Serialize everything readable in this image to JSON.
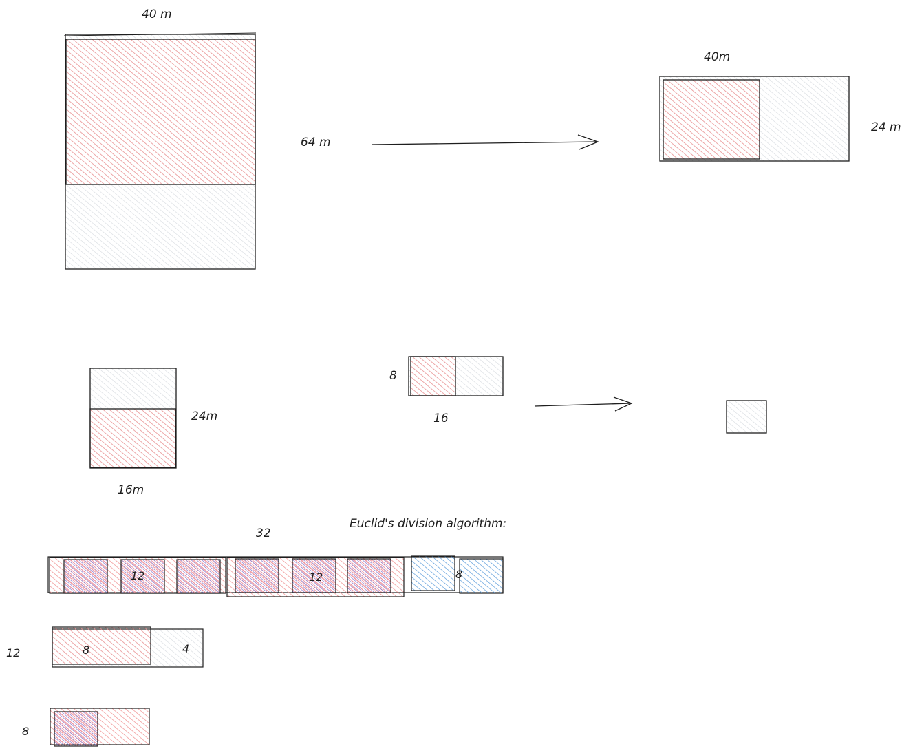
{
  "colors": {
    "stroke": "#1e1e1e",
    "red_hatch": "#ffc9c9",
    "red_line": "#e03131",
    "gray_hatch": "#e9ecef",
    "gray_line": "#ced4da",
    "blue_hatch": "#a5d8ff",
    "blue_line": "#1971c2",
    "purple_line": "#5f3dc4"
  },
  "labels": {
    "top_width": "40 m",
    "top_height": "64 m",
    "right_width": "40m",
    "right_height": "24 m",
    "mid_height": "24m",
    "mid_width": "16m",
    "small_height": "8",
    "small_width": "16",
    "title": "Euclid's division algorithm:",
    "strip_total": "32",
    "strip_block1": "12",
    "strip_block2": "12",
    "strip_block3": "8",
    "row12_label": "12",
    "row12_part1": "8",
    "row12_part2": "4",
    "row8_label": "8"
  }
}
